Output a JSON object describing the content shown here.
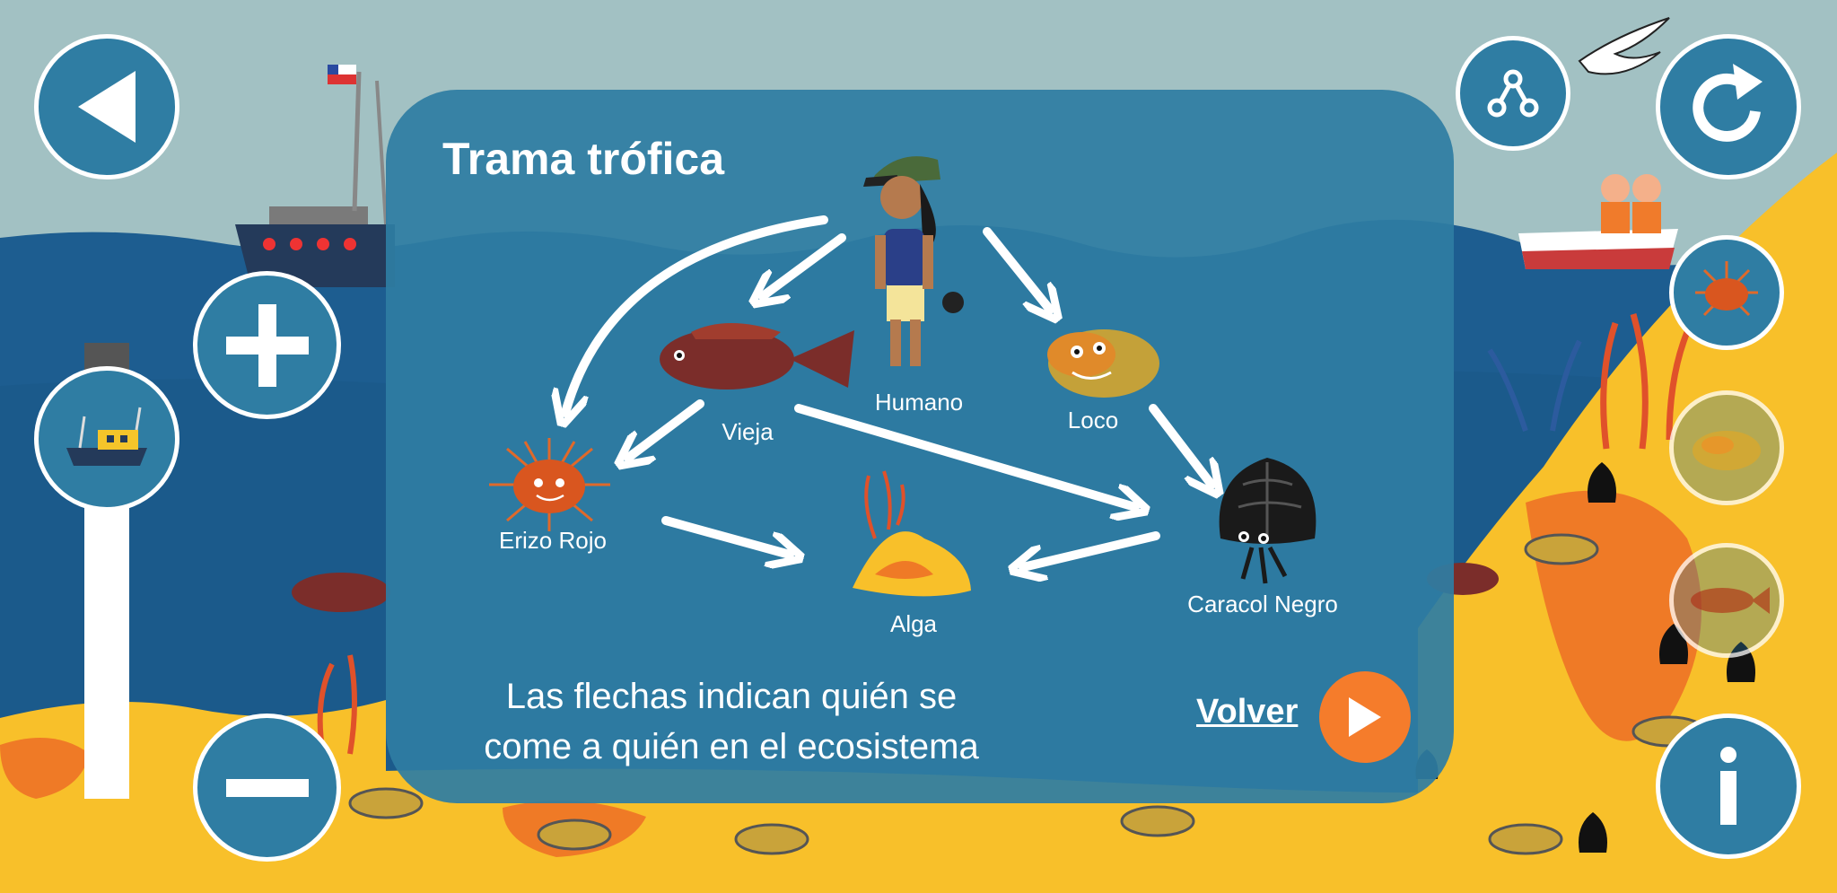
{
  "panel": {
    "title": "Trama trófica",
    "caption_line1": "Las flechas indican quién se",
    "caption_line2": "come a quién en el ecosistema",
    "back_label": "Volver"
  },
  "food_web": {
    "nodes": {
      "humano": "Humano",
      "vieja": "Vieja",
      "loco": "Loco",
      "erizo": "Erizo Rojo",
      "alga": "Alga",
      "caracol": "Caracol Negro"
    }
  },
  "controls": {
    "back_icon": "triangle-left-icon",
    "share_icon": "share-icon",
    "restart_icon": "restart-icon",
    "zoom_in_icon": "plus-icon",
    "zoom_out_icon": "minus-icon",
    "info_icon": "info-icon",
    "zoom_level": 0.05
  },
  "colors": {
    "panel": "#2e7da3",
    "button": "#2f7da3",
    "accent": "#f57c2b",
    "sea": "#1d5d90",
    "sky": "#a2c1c3",
    "sand": "#f8c02a"
  }
}
